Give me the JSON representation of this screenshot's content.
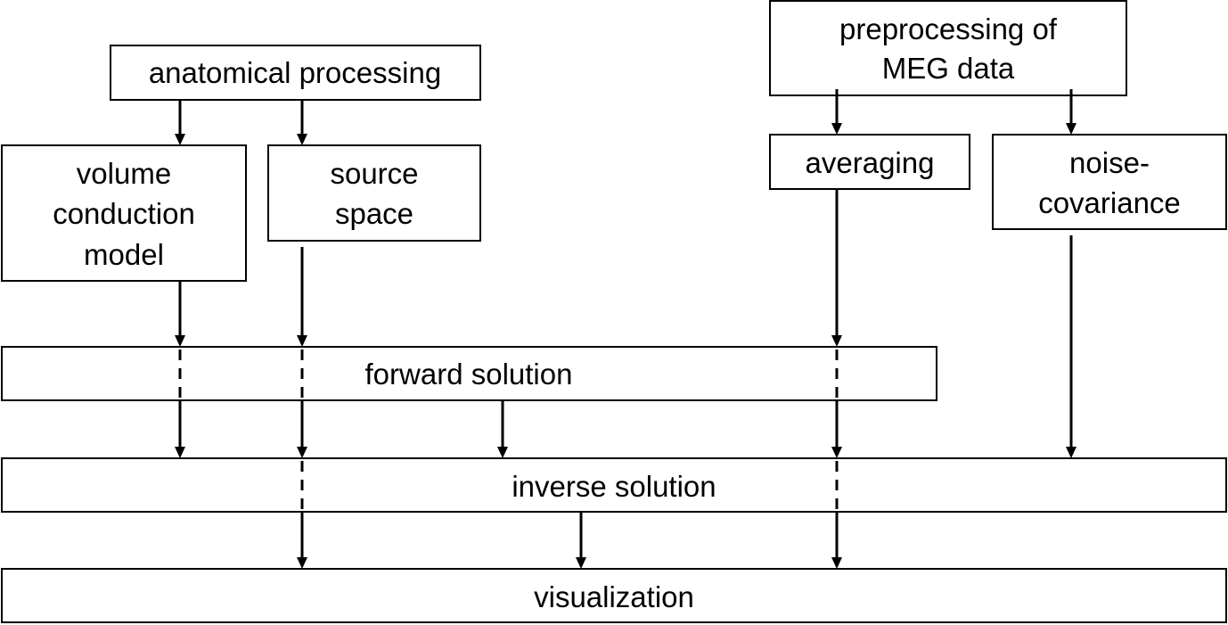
{
  "diagram": {
    "boxes": {
      "anatomical": "anatomical processing",
      "preprocessing": [
        "preprocessing of",
        "MEG data"
      ],
      "volume": [
        "volume",
        "conduction",
        "model"
      ],
      "source": [
        "source",
        "space"
      ],
      "averaging": "averaging",
      "noise": [
        "noise-",
        "covariance"
      ],
      "forward": "forward solution",
      "inverse": "inverse solution",
      "visualization": "visualization"
    }
  }
}
